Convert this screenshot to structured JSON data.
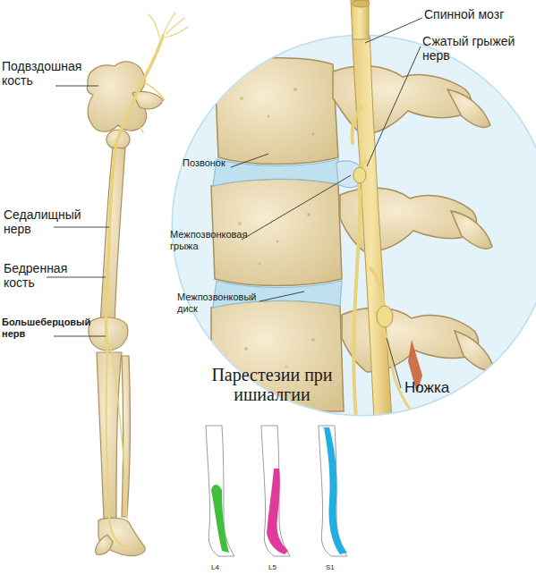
{
  "diagram": {
    "labels": [
      "Спинной мозг",
      "Сжатый грыжей нерв",
      "Подвздошная кость",
      "Позвонок",
      "Седалищный нерв",
      "Межпозвонковая грыжа",
      "Бедренная кость",
      "Межпозвонковый диск",
      "Большеберцовый нерв",
      "Ножка",
      "Парестезии при ишиалгии",
      "L4",
      "L5",
      "S1"
    ]
  }
}
